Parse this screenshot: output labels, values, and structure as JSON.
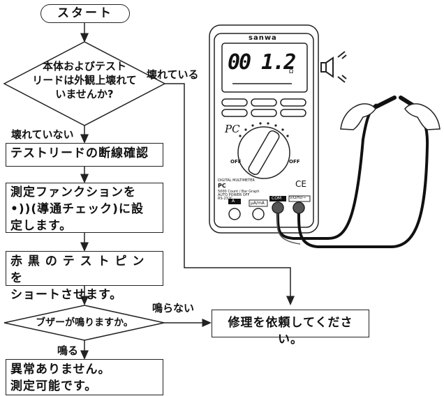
{
  "flow": {
    "start": "スタート",
    "q1": "本体およびテスト\nリードは外観上壊れて\nいませんか?",
    "q1_yes_label": "壊れている",
    "q1_no_label": "壊れていない",
    "step1": "テストリードの断線確認",
    "step2": "測定ファンクションを\n•))(導通チェック)に設\n定します。",
    "step3": "赤 黒 の テ ス ト ピ ン を\nショートさせます。",
    "q2": "ブザーが鳴りますか。",
    "q2_no_label": "鳴らない",
    "q2_yes_label": "鳴る",
    "repair": "修理を依頼してください。",
    "ok": "異常ありません。\n測定可能です。"
  },
  "meter": {
    "brand": "sanwa",
    "display_value": "00 1.2",
    "display_unit": "Ω",
    "model": "PC",
    "spec_line1": "DIGITAL MULTIMETER",
    "spec_line2": "5000 Count / Bar Graph",
    "spec_line3": "AUTO POWER OFF",
    "spec_line4": "RS-232C",
    "off_left": "OFF",
    "off_right": "OFF",
    "jack_a": "A",
    "jack_ua": "µA/mA",
    "jack_com": "COM",
    "jack_v": "V/Ω/Hz/→",
    "ce_mark": "CE"
  }
}
